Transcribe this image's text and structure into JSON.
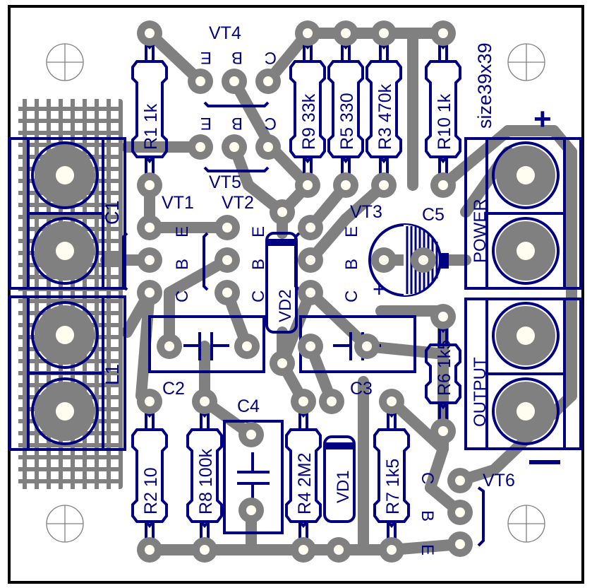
{
  "board": {
    "size_label": "size39x39",
    "colors": {
      "background": "#ffffff",
      "outline": "#000000",
      "copper": "#808080",
      "silkscreen": "#000080",
      "drill": "#fffcf0",
      "mount_hole": "#808080"
    }
  },
  "resistors": [
    {
      "ref": "R1",
      "value": "1k"
    },
    {
      "ref": "R9",
      "value": "33k"
    },
    {
      "ref": "R5",
      "value": "330"
    },
    {
      "ref": "R3",
      "value": "470k"
    },
    {
      "ref": "R10",
      "value": "1k"
    },
    {
      "ref": "R6",
      "value": "1k5"
    },
    {
      "ref": "R2",
      "value": "10"
    },
    {
      "ref": "R8",
      "value": "100k"
    },
    {
      "ref": "R4",
      "value": "2M2"
    },
    {
      "ref": "R7",
      "value": "1k5"
    }
  ],
  "transistors": [
    {
      "ref": "VT1",
      "pins": [
        "E",
        "B",
        "C"
      ]
    },
    {
      "ref": "VT2",
      "pins": [
        "E",
        "B",
        "C"
      ]
    },
    {
      "ref": "VT3",
      "pins": [
        "E",
        "B",
        "C"
      ]
    },
    {
      "ref": "VT4",
      "pins": [
        "E",
        "B",
        "C"
      ]
    },
    {
      "ref": "VT5",
      "pins": [
        "E",
        "B",
        "C"
      ]
    },
    {
      "ref": "VT6",
      "pins": [
        "C",
        "B",
        "E"
      ]
    }
  ],
  "capacitors": [
    {
      "ref": "C1"
    },
    {
      "ref": "C2"
    },
    {
      "ref": "C3"
    },
    {
      "ref": "C4"
    },
    {
      "ref": "C5",
      "polarity_mark": "+"
    }
  ],
  "diodes": [
    {
      "ref": "VD1"
    },
    {
      "ref": "VD2"
    }
  ],
  "inductors": [
    {
      "ref": "L1"
    }
  ],
  "connectors": [
    {
      "ref": "POWER",
      "polarity": "+"
    },
    {
      "ref": "OUTPUT",
      "polarity": "−"
    }
  ],
  "icons": {
    "mount_hole": "crosshair-circle-icon"
  }
}
